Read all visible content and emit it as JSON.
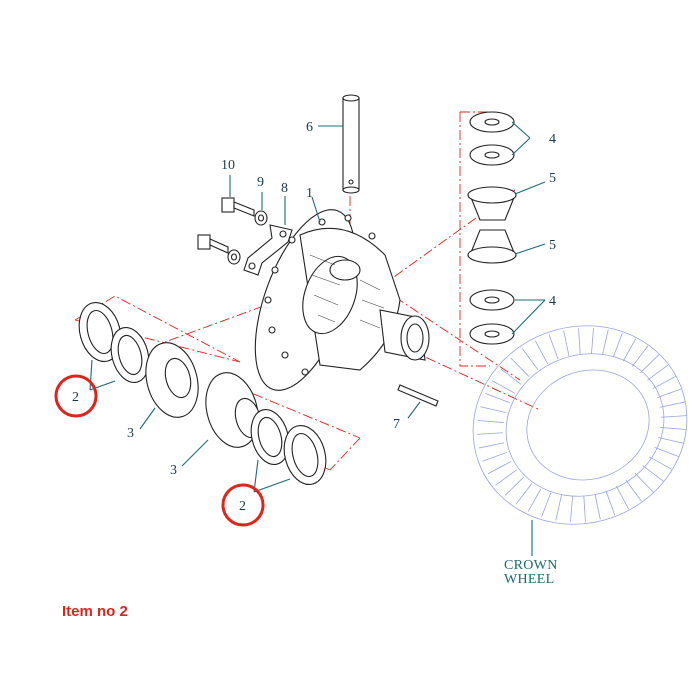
{
  "labels": {
    "n1": "1",
    "n2a": "2",
    "n2b": "2",
    "n3a": "3",
    "n3b": "3",
    "n4a": "4",
    "n4b": "4",
    "n5a": "5",
    "n5b": "5",
    "n6": "6",
    "n7": "7",
    "n8": "8",
    "n9": "9",
    "n10": "10"
  },
  "crown_wheel": {
    "line1": "CROWN",
    "line2": "WHEEL"
  },
  "caption": "Item no 2",
  "colors": {
    "accent_red": "#e0241b",
    "leader_teal": "#1e6b73",
    "crown_wheel_blue": "#9aa2e8"
  }
}
